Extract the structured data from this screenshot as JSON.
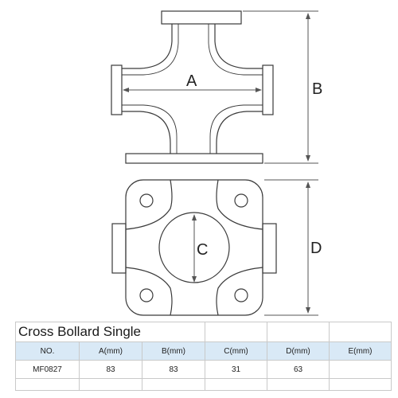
{
  "drawing": {
    "labels": {
      "a": "A",
      "b": "B",
      "c": "C",
      "d": "D"
    },
    "line_color": "#3a3a3a",
    "dim_color": "#555555"
  },
  "table": {
    "title": "Cross Bollard Single",
    "headers": [
      "NO.",
      "A(mm)",
      "B(mm)",
      "C(mm)",
      "D(mm)",
      "E(mm)"
    ],
    "rows": [
      [
        "MF0827",
        "83",
        "83",
        "31",
        "63",
        ""
      ]
    ],
    "header_bg": "#d9e9f6",
    "border_color": "#c9c9c9"
  }
}
